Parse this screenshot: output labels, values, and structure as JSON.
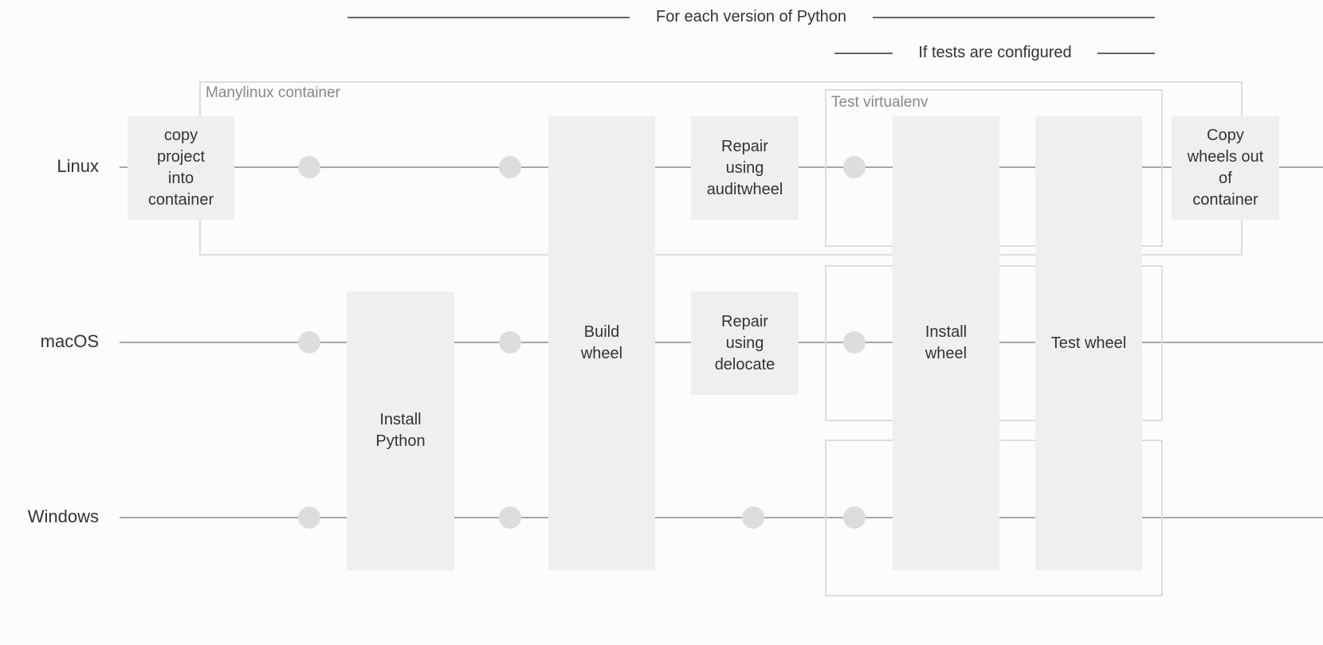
{
  "headers": {
    "per_python": "For each version of Python",
    "if_tests": "If tests are configured"
  },
  "containers": {
    "manylinux": "Manylinux container",
    "test_venv": "Test virtualenv"
  },
  "platforms": [
    "Linux",
    "macOS",
    "Windows"
  ],
  "steps": {
    "copy_into": "copy\nproject\ninto\ncontainer",
    "install_python": "Install\nPython",
    "build_wheel": "Build\nwheel",
    "repair_auditwheel": "Repair\nusing\nauditwheel",
    "repair_delocate": "Repair\nusing\ndelocate",
    "install_wheel": "Install\nwheel",
    "test_wheel": "Test wheel",
    "copy_out": "Copy\nwheels out\nof\ncontainer"
  },
  "colors": {
    "background": "#fcfcfc",
    "step_fill": "#efefef",
    "line": "#8a8a8a",
    "node": "#dddddd",
    "container_border": "#dddddd"
  }
}
